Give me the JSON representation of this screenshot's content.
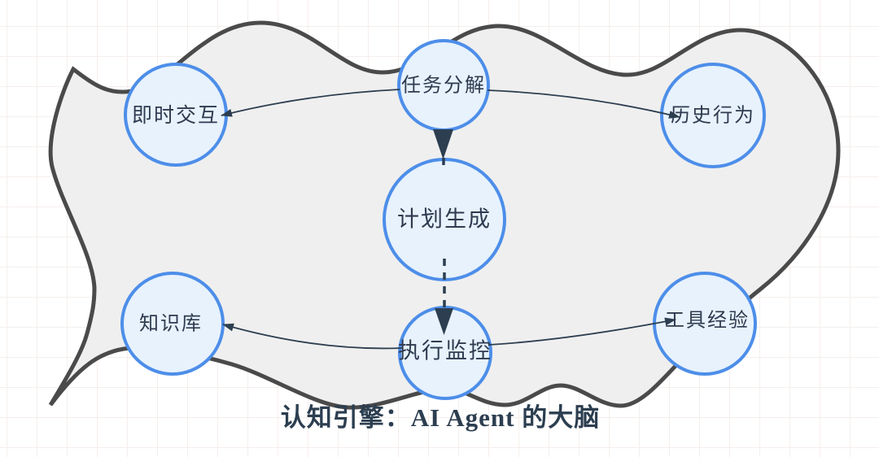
{
  "diagram": {
    "title": "认知引擎：AI Agent 的大脑",
    "nodes": [
      {
        "id": "instant-interaction",
        "label": "即时交互"
      },
      {
        "id": "task-decomposition",
        "label": "任务分解"
      },
      {
        "id": "historical-behavior",
        "label": "历史行为"
      },
      {
        "id": "plan-generation",
        "label": "计划生成"
      },
      {
        "id": "knowledge-base",
        "label": "知识库"
      },
      {
        "id": "execution-monitoring",
        "label": "执行监控"
      },
      {
        "id": "tool-experience",
        "label": "工具经验"
      }
    ],
    "edges": [
      {
        "from": "task-decomposition",
        "to": "instant-interaction",
        "type": "solid-arrow"
      },
      {
        "from": "task-decomposition",
        "to": "historical-behavior",
        "type": "solid-arrow"
      },
      {
        "from": "task-decomposition",
        "to": "plan-generation",
        "type": "dashed-bold-arrow"
      },
      {
        "from": "plan-generation",
        "to": "execution-monitoring",
        "type": "dashed-bold-arrow"
      },
      {
        "from": "execution-monitoring",
        "to": "knowledge-base",
        "type": "solid-arrow"
      },
      {
        "from": "execution-monitoring",
        "to": "tool-experience",
        "type": "solid-arrow"
      }
    ],
    "colors": {
      "node_fill": "#E7F2FD",
      "node_border": "#4D8EE9",
      "node_text": "#2E3A4E",
      "blob_fill": "#EFEFEF",
      "blob_border": "#4A4A4A",
      "connector": "#2C3E50",
      "title_text": "#2C3E50"
    }
  }
}
